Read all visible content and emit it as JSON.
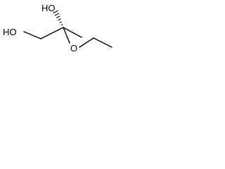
{
  "molecule": {
    "labels": {
      "hydroxyl_top": "HO",
      "hydroxyl_left": "HO",
      "ether_oxygen": "O"
    },
    "stereo_bond": "hashed-wedge",
    "colors": {
      "bond": "#000000",
      "text": "#000000",
      "background": "#ffffff"
    }
  }
}
